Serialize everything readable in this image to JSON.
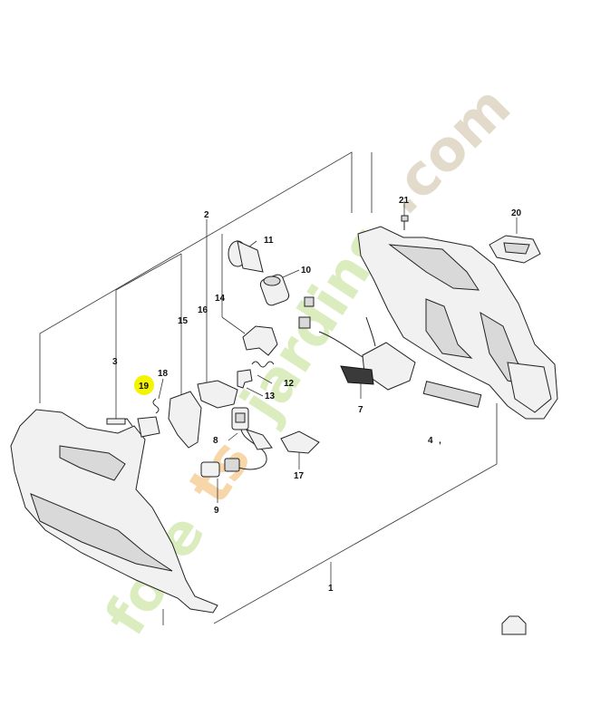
{
  "diagram": {
    "part_labels": [
      {
        "id": "1",
        "text": "1"
      },
      {
        "id": "2",
        "text": "2"
      },
      {
        "id": "3",
        "text": "3"
      },
      {
        "id": "4",
        "text": "4"
      },
      {
        "id": "7",
        "text": "7"
      },
      {
        "id": "8",
        "text": "8"
      },
      {
        "id": "9",
        "text": "9"
      },
      {
        "id": "10",
        "text": "10"
      },
      {
        "id": "11",
        "text": "11"
      },
      {
        "id": "12",
        "text": "12"
      },
      {
        "id": "13",
        "text": "13"
      },
      {
        "id": "14",
        "text": "14"
      },
      {
        "id": "15",
        "text": "15"
      },
      {
        "id": "16",
        "text": "16"
      },
      {
        "id": "17",
        "text": "17"
      },
      {
        "id": "18",
        "text": "18"
      },
      {
        "id": "19",
        "text": "19"
      },
      {
        "id": "20",
        "text": "20"
      },
      {
        "id": "21",
        "text": "21"
      }
    ],
    "highlight": {
      "part": "19",
      "color": "#f4f400"
    },
    "watermark": {
      "text": "forets-jardins.com",
      "color_green": "#cfe6a8",
      "color_orange": "#f5c98c",
      "color_brown": "#d8ceb8"
    }
  }
}
